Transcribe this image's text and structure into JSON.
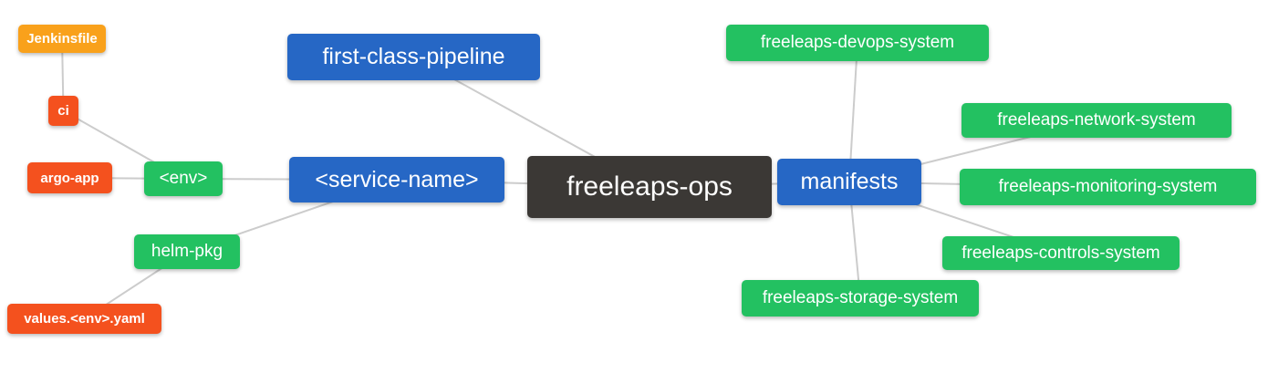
{
  "diagram": {
    "type": "mindmap",
    "nodes": {
      "freeleaps_ops": {
        "label": "freeleaps-ops",
        "level": "root"
      },
      "first_class_pipeline": {
        "label": "first-class-pipeline",
        "level": "branch"
      },
      "service_name": {
        "label": "<service-name>",
        "level": "branch"
      },
      "manifests": {
        "label": "manifests",
        "level": "branch"
      },
      "env": {
        "label": "<env>",
        "level": "leaf-green"
      },
      "helm_pkg": {
        "label": "helm-pkg",
        "level": "leaf-green"
      },
      "ci": {
        "label": "ci",
        "level": "leaf-red"
      },
      "argo_app": {
        "label": "argo-app",
        "level": "leaf-red"
      },
      "values_env_yaml": {
        "label": "values.<env>.yaml",
        "level": "leaf-red"
      },
      "jenkinsfile": {
        "label": "Jenkinsfile",
        "level": "leaf-orange"
      },
      "devops_system": {
        "label": "freeleaps-devops-system",
        "level": "leaf-green"
      },
      "network_system": {
        "label": "freeleaps-network-system",
        "level": "leaf-green"
      },
      "monitoring_system": {
        "label": "freeleaps-monitoring-system",
        "level": "leaf-green"
      },
      "controls_system": {
        "label": "freeleaps-controls-system",
        "level": "leaf-green"
      },
      "storage_system": {
        "label": "freeleaps-storage-system",
        "level": "leaf-green"
      }
    },
    "edges": [
      [
        "jenkinsfile",
        "ci"
      ],
      [
        "ci",
        "env"
      ],
      [
        "argo_app",
        "env"
      ],
      [
        "env",
        "service_name"
      ],
      [
        "helm_pkg",
        "service_name"
      ],
      [
        "values_env_yaml",
        "helm_pkg"
      ],
      [
        "first_class_pipeline",
        "freeleaps_ops"
      ],
      [
        "service_name",
        "freeleaps_ops"
      ],
      [
        "freeleaps_ops",
        "manifests"
      ],
      [
        "manifests",
        "devops_system"
      ],
      [
        "manifests",
        "network_system"
      ],
      [
        "manifests",
        "monitoring_system"
      ],
      [
        "manifests",
        "controls_system"
      ],
      [
        "manifests",
        "storage_system"
      ]
    ],
    "colors": {
      "root": "#3b3835",
      "branch": "#2667c5",
      "leaf_green": "#23c161",
      "leaf_red": "#f4511e",
      "leaf_orange": "#f9a11b",
      "edge": "#cccccc",
      "background": "#ffffff",
      "text": "#ffffff"
    }
  }
}
